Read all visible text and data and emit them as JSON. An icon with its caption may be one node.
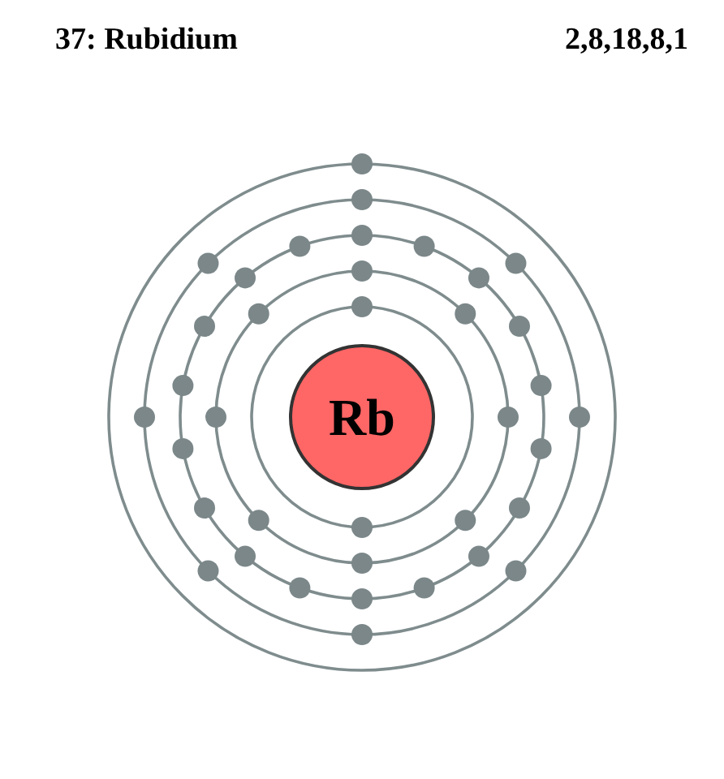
{
  "diagram": {
    "title": "37: Rubidium",
    "nodes": [
      {
        "text": [
          "Rb"
        ]
      }
    ],
    "labels": [
      "2,8,18,8,1"
    ]
  }
}
